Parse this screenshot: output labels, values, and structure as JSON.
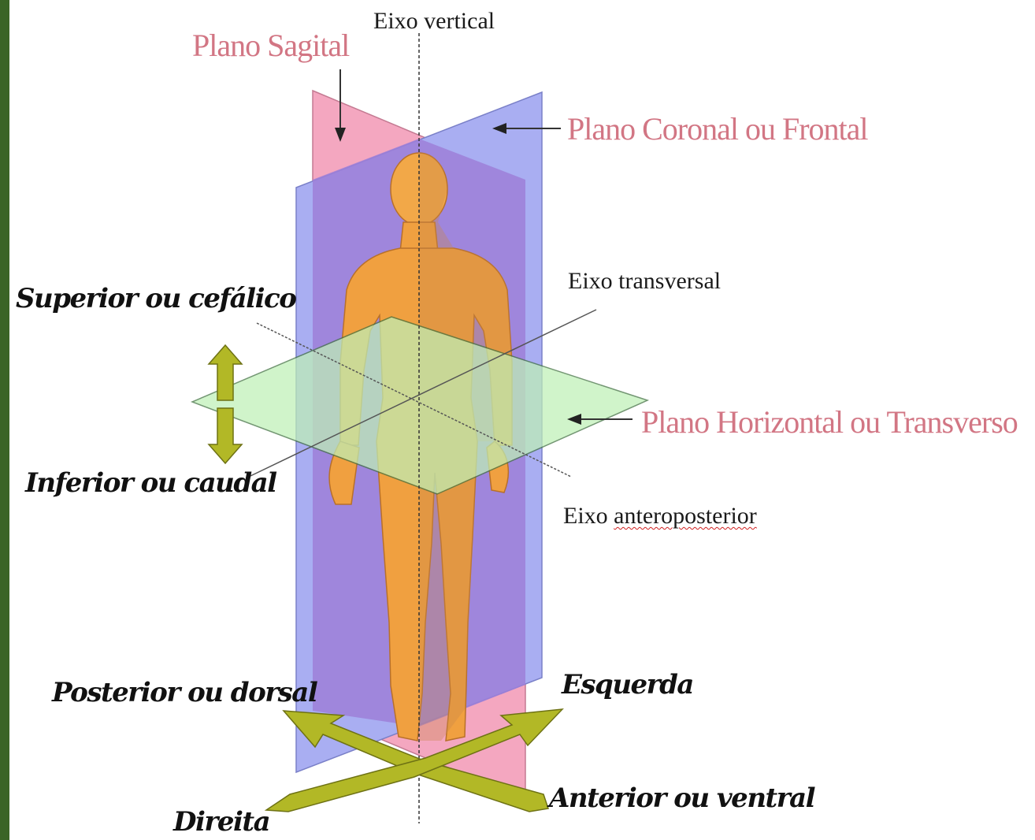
{
  "colors": {
    "side_bar": "#3a6426",
    "sagittal_plane": "#f4a7c0",
    "coronal_plane": "#a9aef2",
    "overlap": "#9e7fd8",
    "horizontal_plane": "#bff0b6",
    "body": "#f0a040",
    "arrow": "#b2b826",
    "label_pink": "#d27684"
  },
  "labels": {
    "vertical_axis": "Eixo vertical",
    "sagittal_plane": "Plano Sagital",
    "coronal_plane": "Plano Coronal ou Frontal",
    "transverse_axis": "Eixo transversal",
    "superior": "Superior ou cefálico",
    "horizontal_plane": "Plano Horizontal ou Transverso",
    "inferior": "Inferior ou caudal",
    "anteroposterior_axis_word": "Eixo",
    "anteroposterior_axis_term": "anteroposterior",
    "posterior": "Posterior ou dorsal",
    "left": "Esquerda",
    "anterior": "Anterior ou ventral",
    "right": "Direita"
  }
}
